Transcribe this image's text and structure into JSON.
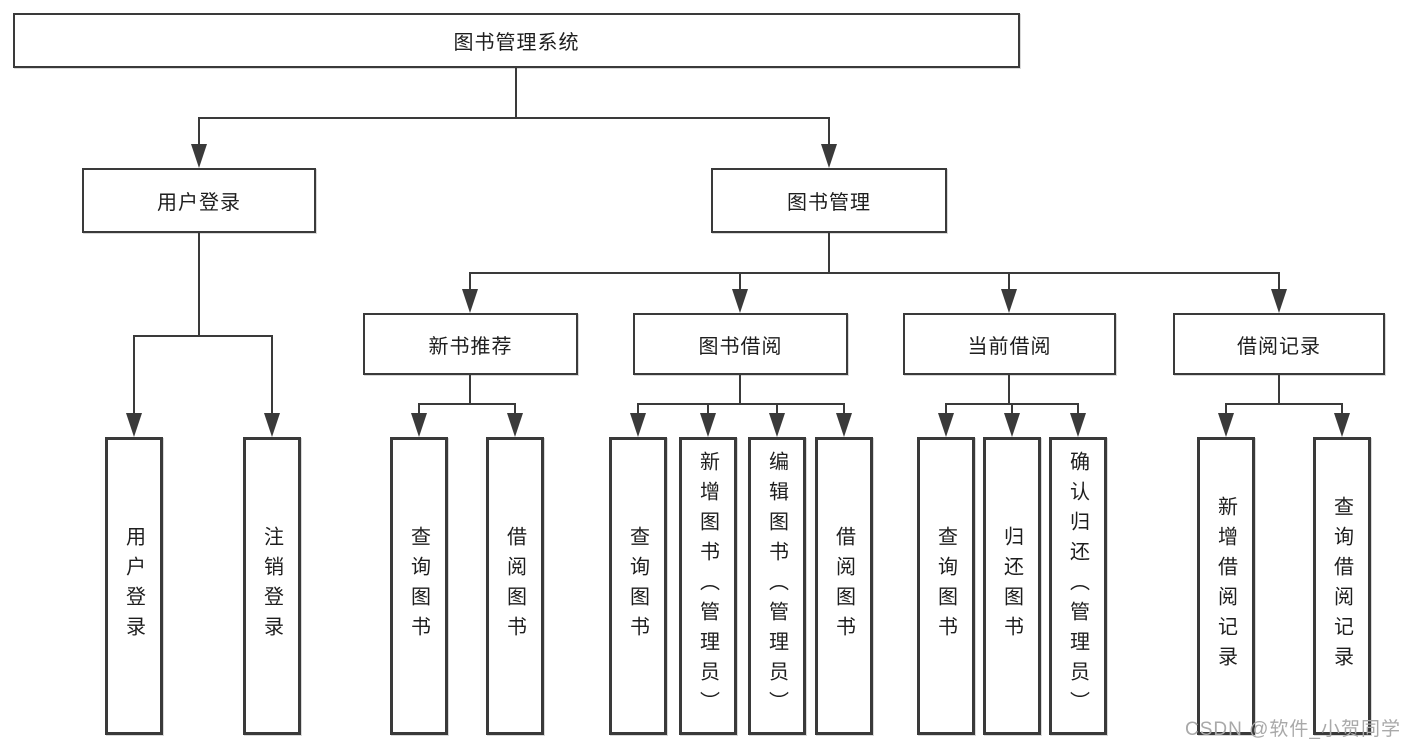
{
  "diagram": {
    "root": {
      "label": "图书管理系统"
    },
    "level2": [
      {
        "label": "用户登录"
      },
      {
        "label": "图书管理"
      }
    ],
    "level3": [
      {
        "label": "新书推荐"
      },
      {
        "label": "图书借阅"
      },
      {
        "label": "当前借阅"
      },
      {
        "label": "借阅记录"
      }
    ],
    "leaves": {
      "user": [
        "用户登录",
        "注销登录"
      ],
      "recommend": [
        "查询图书",
        "借阅图书"
      ],
      "borrow": [
        "查询图书",
        "新增图书（管理员）",
        "编辑图书（管理员）",
        "借阅图书"
      ],
      "current": [
        "查询图书",
        "归还图书",
        "确认归还（管理员）"
      ],
      "records": [
        "新增借阅记录",
        "查询借阅记录"
      ]
    }
  },
  "watermark": {
    "text": "CSDN @软件_小贺同学"
  },
  "colors": {
    "line": "#3a3a3a",
    "text": "#1e1e1e",
    "watermark": "#a9a9a9",
    "background": "#ffffff"
  }
}
